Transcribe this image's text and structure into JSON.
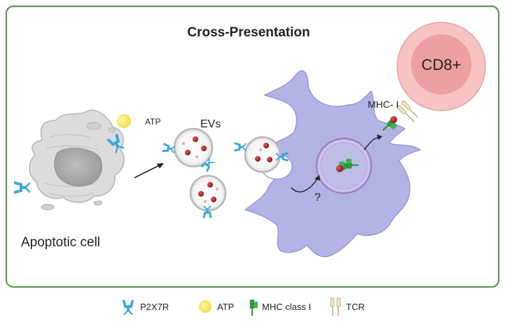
{
  "title": "Cross-Presentation",
  "labels": {
    "atp": "ATP",
    "evs": "EVs",
    "apoptotic_cell": "Apoptotic cell",
    "question": "?",
    "mhc": "MHC- I",
    "cd8": "CD8+"
  },
  "legend": {
    "p2x7r": "P2X7R",
    "atp": "ATP",
    "mhc": "MHC class I",
    "tcr": "TCR"
  },
  "colors": {
    "frame": "#5b9a4f",
    "apoptotic": "#dcdcdc",
    "dendritic": "#b3b3e6",
    "cd8_outer": "#f7c3c3",
    "cd8_inner": "#ee9f9f",
    "receptor": "#3aa6d6",
    "atp": "#f7e76b",
    "mhc": "#2f9a3d",
    "particle": "#b32424",
    "tcr": "#e6d9a8"
  },
  "icons": [
    "p2x7r-icon",
    "atp-icon",
    "mhc-class-i-icon",
    "tcr-icon"
  ]
}
